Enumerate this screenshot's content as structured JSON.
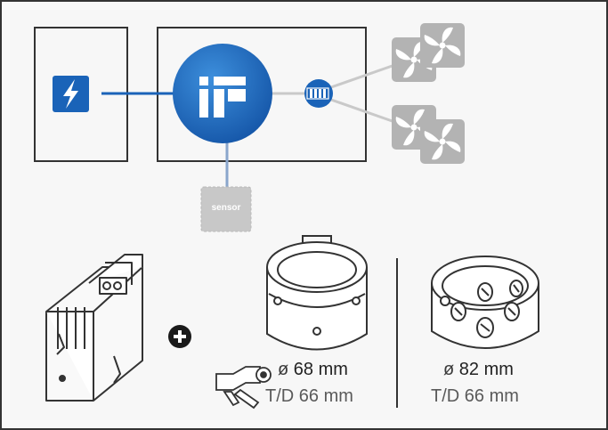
{
  "diagram": {
    "sensor_label": "sensor",
    "boxes": [
      {
        "diameter_symbol": "ø",
        "diameter_value": "68 mm",
        "depth": "T/D 66 mm"
      },
      {
        "diameter_symbol": "ø",
        "diameter_value": "82 mm",
        "depth": "T/D 66 mm"
      }
    ]
  },
  "colors": {
    "blue": "#1a63b8",
    "blue_light": "#2f7fd0",
    "fan_grey": "#b3b3b3",
    "sensor_grey": "#c8c8c8",
    "border": "#333333",
    "wire_light": "#c9c9c9"
  },
  "icons": [
    "lightning-icon",
    "controller-logo-icon",
    "bus-module-icon",
    "fan-icon",
    "sensor-icon",
    "din-rail-device-icon",
    "plus-icon",
    "flush-box-icon",
    "tool-icon"
  ]
}
